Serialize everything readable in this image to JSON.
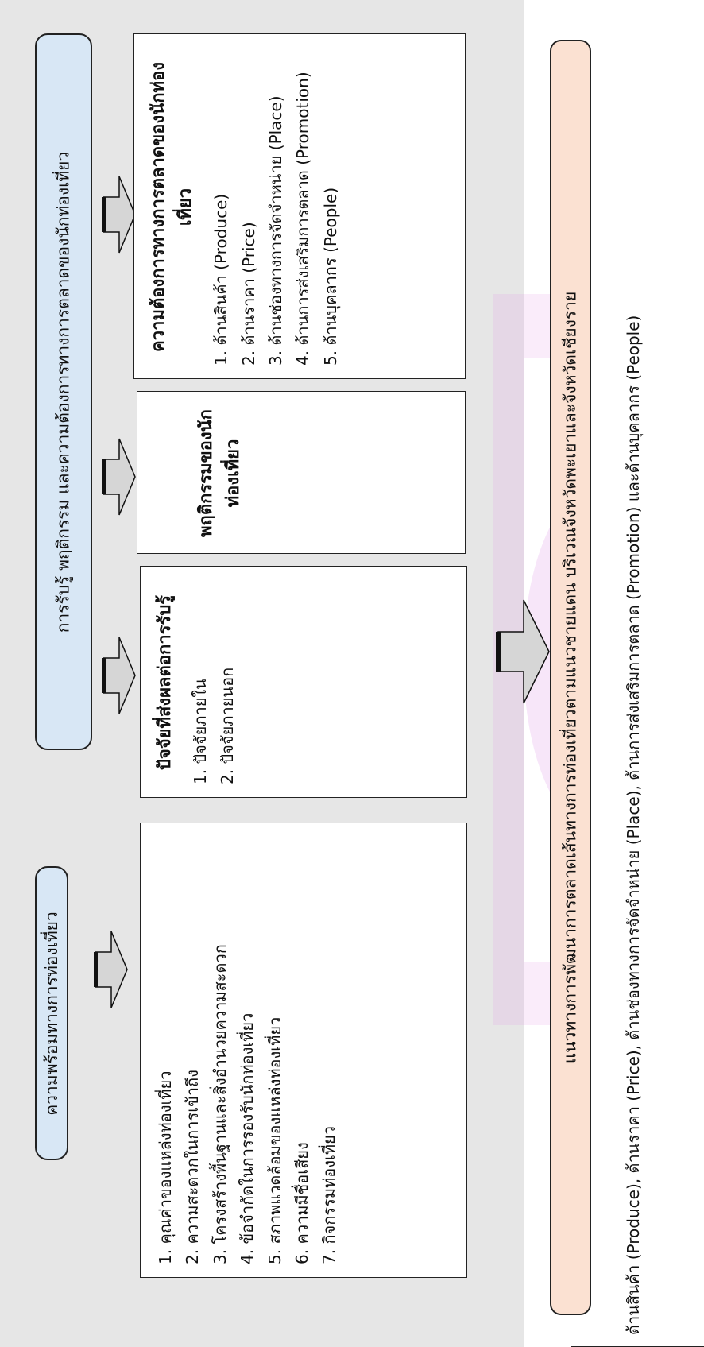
{
  "headers": {
    "readiness": "ความพร้อมทางการท่องเที่ยว",
    "perception": "การรับรู้ พฤติกรรม และความต้องการทางการตลาดของนักท่องเที่ยว",
    "guideline": "แนวทางการพัฒนาการตลาดเส้นทางการท่องเที่ยวตามแนวชายแดน บริเวณจังหวัดพะเยาและจังหวัดเชียงราย"
  },
  "readiness_box": {
    "items": [
      "1. คุณค่าของแหล่งท่องเที่ยว",
      "2. ความสะดวกในการเข้าถึง",
      "3. โครงสร้างพื้นฐานและสิ่งอำนวยความสะดวก",
      "4. ข้อจำกัดในการรองรับนักท่องเที่ยว",
      "5. สภาพแวดล้อมของแหล่งท่องเที่ยว",
      "6. ความมีชื่อเสียง",
      "7. กิจกรรมท่องเที่ยว"
    ]
  },
  "factors_box": {
    "title": "ปัจจัยที่ส่งผลต่อการรับรู้",
    "items": [
      "1. ปัจจัยภายใน",
      "2. ปัจจัยภายนอก"
    ]
  },
  "behavior_box": {
    "title": "พฤติกรรมของนักท่องเที่ยว"
  },
  "needs_box": {
    "title": "ความต้องการทางการตลาดของนักท่องเที่ยว",
    "items": [
      "1. ด้านสินค้า (Produce)",
      "2. ด้านราคา (Price)",
      "3. ด้านช่องทางการจัดจำหน่าย (Place)",
      "4. ด้านการส่งเสริมการตลาด (Promotion)",
      "5. ด้านบุคลากร (People)"
    ]
  },
  "footer": {
    "text": "ด้านสินค้า (Produce), ด้านราคา (Price), ด้านช่องทางการจัดจำหน่าย (Place), ด้านการส่งเสริมการตลาด (Promotion) และด้านบุคลากร (People)"
  },
  "colors": {
    "header_blue": "#d8e7f5",
    "header_peach": "#fbe1d2",
    "panel_gray": "#e6e6e6",
    "watermark": "#e39be8"
  }
}
